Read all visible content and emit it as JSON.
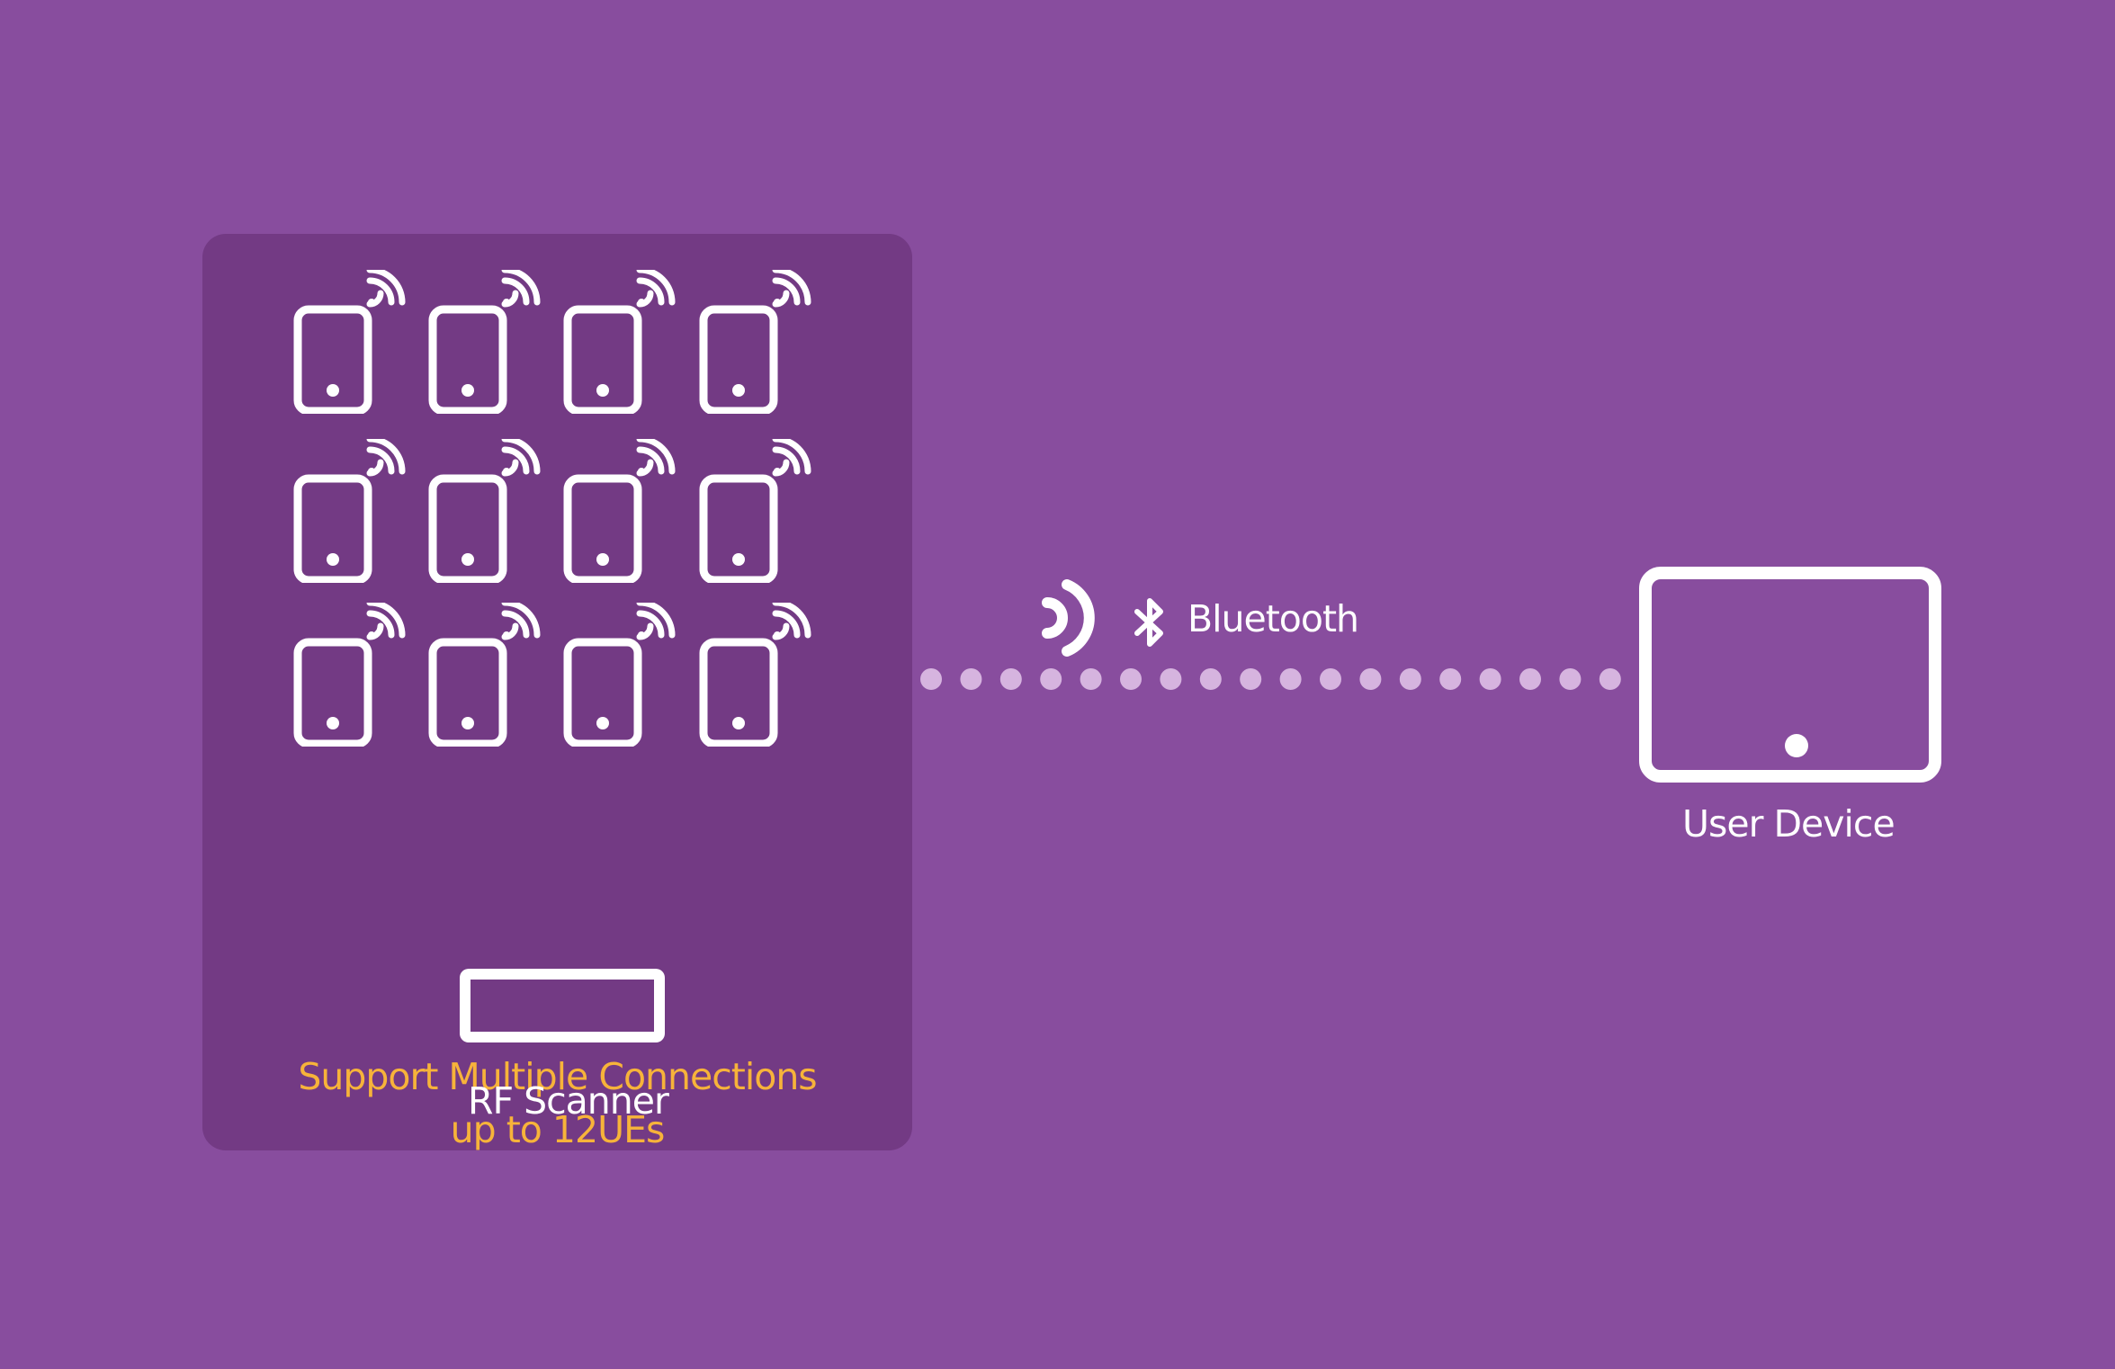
{
  "scanner": {
    "caption_line1": "Support Multiple Connections",
    "caption_line2": "up to 12UEs",
    "label": "RF Scanner",
    "ue_count": 12
  },
  "link": {
    "label": "Bluetooth",
    "icon": "bluetooth-icon"
  },
  "user_device": {
    "label": "User Device"
  },
  "colors": {
    "background": "#884d9e",
    "panel": "#733a84",
    "accent_text": "#f7b33a",
    "dots": "#d6b4df",
    "foreground": "#ffffff"
  }
}
